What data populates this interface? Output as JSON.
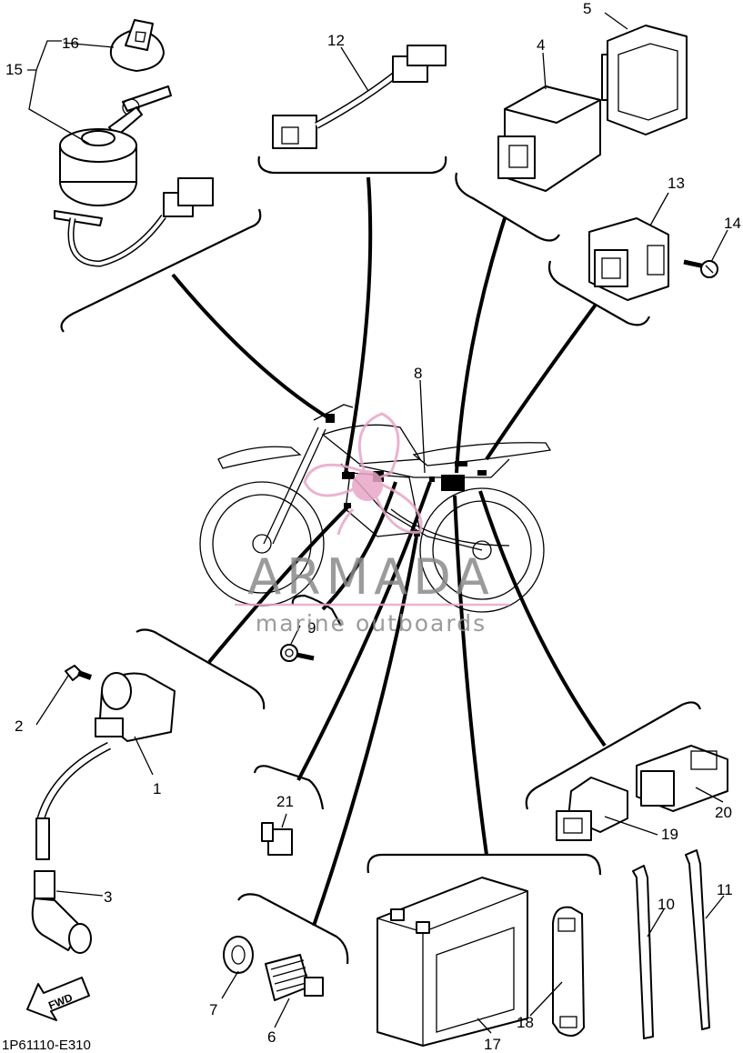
{
  "diagram": {
    "code": "1P61110-E310",
    "fwd_label": "FWD",
    "callouts": [
      "1",
      "2",
      "3",
      "4",
      "5",
      "6",
      "7",
      "8",
      "9",
      "10",
      "11",
      "12",
      "13",
      "14",
      "15",
      "16",
      "17",
      "18",
      "19",
      "20",
      "21"
    ]
  },
  "watermark": {
    "brand": "ARMADA",
    "tagline": "marine outboards",
    "accent_color": "#e8a6c8"
  }
}
